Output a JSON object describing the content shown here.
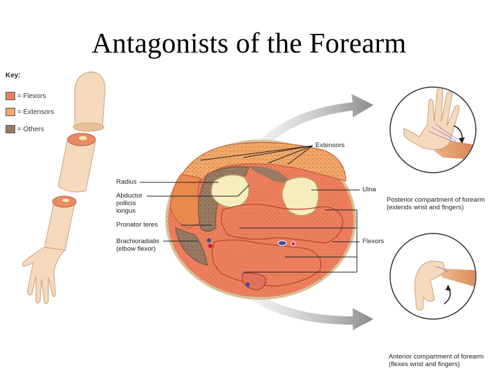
{
  "title": "Antagonists of the Forearm",
  "key": {
    "heading": "Key:",
    "items": [
      {
        "label": "= Flexors",
        "color": "#ee7f5e"
      },
      {
        "label": "= Extensors",
        "color": "#f2a868"
      },
      {
        "label": "= Others",
        "color": "#9a7a62"
      }
    ]
  },
  "labels": {
    "extensors": "Extensors",
    "radius": "Radius",
    "abductor_line1": "Abductor",
    "abductor_line2": "pollicis",
    "abductor_line3": "longus",
    "pronator": "Pronator teres",
    "brachio_line1": "Brachioradialis",
    "brachio_line2": "(elbow flexor)",
    "ulna": "Ulna",
    "flexors": "Flexors",
    "posterior_line1": "Posterior compartment of forearm",
    "posterior_line2": "(extends wrist and fingers)",
    "anterior_line1": "Anterior compartment of forearm",
    "anterior_line2": "(flexes wrist and fingers)"
  },
  "icons": [
    "arm-illustration",
    "cross-section-illustration",
    "wrist-extension-illustration",
    "wrist-flexion-illustration",
    "arrow-icon"
  ]
}
